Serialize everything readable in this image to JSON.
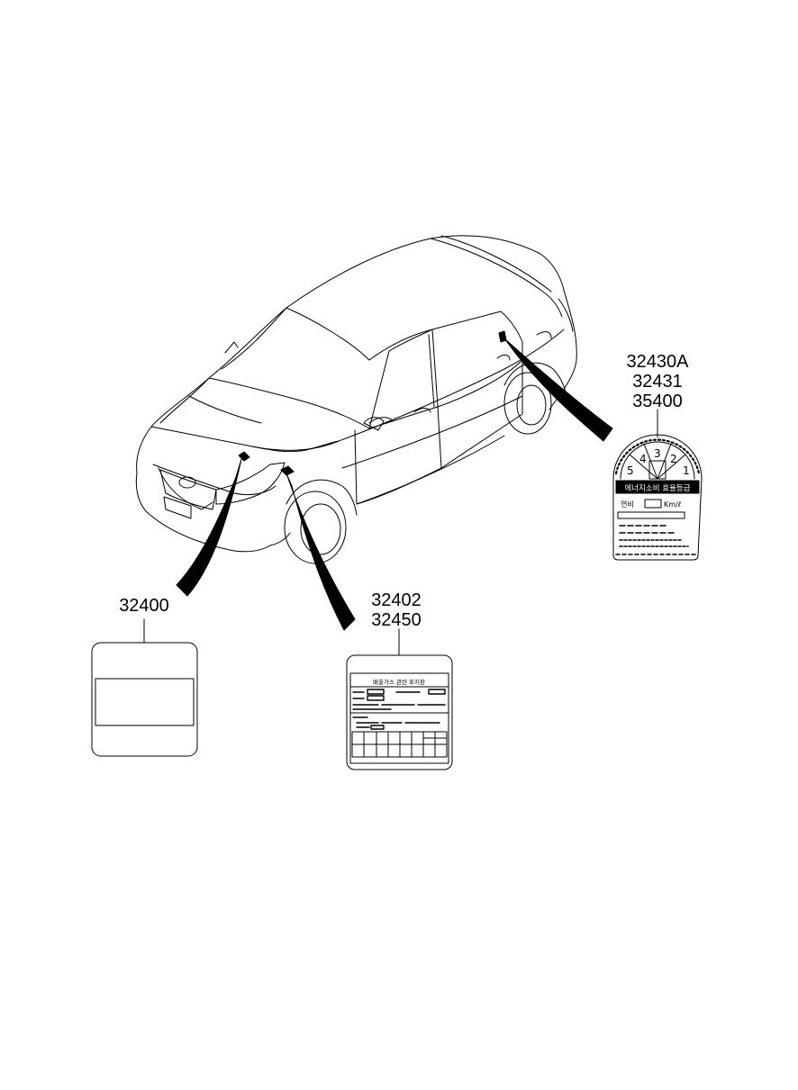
{
  "callouts": {
    "label_32400": [
      "32400"
    ],
    "label_32402": [
      "32402",
      "32450"
    ],
    "label_32430": [
      "32430A",
      "32431",
      "35400"
    ]
  },
  "fuel_label": {
    "dial_numbers": [
      "5",
      "4",
      "3",
      "2",
      "1"
    ],
    "title": "에너지소비 효율등급",
    "fuel_row_prefix": "연비",
    "fuel_row_unit": "Km/ℓ"
  },
  "emission_label": {
    "title": "배출가스 관련 표지판"
  },
  "colors": {
    "ink": "#000000",
    "paper": "#ffffff"
  }
}
